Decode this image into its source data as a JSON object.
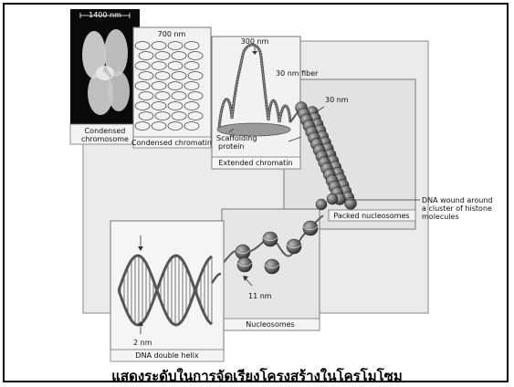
{
  "caption": "แสดงระดับในการจัดเรียงโครงสร้างในโครโมโซม",
  "panels": {
    "condensed_chromosome": {
      "scale": "1400 nm",
      "caption": "Condensed chromosome"
    },
    "condensed_chromatin": {
      "scale": "700 nm",
      "caption": "Condensed chromatin"
    },
    "extended_chromatin": {
      "scale": "300 nm",
      "fiber_label": "30 nm fiber",
      "scaffold_label": "Scaffolding protein",
      "caption": "Extended chromatin"
    },
    "packed_nucleosomes": {
      "scale": "30 nm",
      "caption": "Packed nucleosomes"
    },
    "nucleosomes": {
      "scale": "11 nm",
      "caption": "Nucleosomes"
    },
    "dna_helix": {
      "scale": "2 nm",
      "caption": "DNA double helix"
    }
  },
  "annotation": "DNA wound around a cluster of histone molecules",
  "colors": {
    "panel_bg": "#ececec",
    "panel_border": "#777777",
    "strand": "#5a5a5a",
    "nucleosome": "#6d6d6d"
  }
}
